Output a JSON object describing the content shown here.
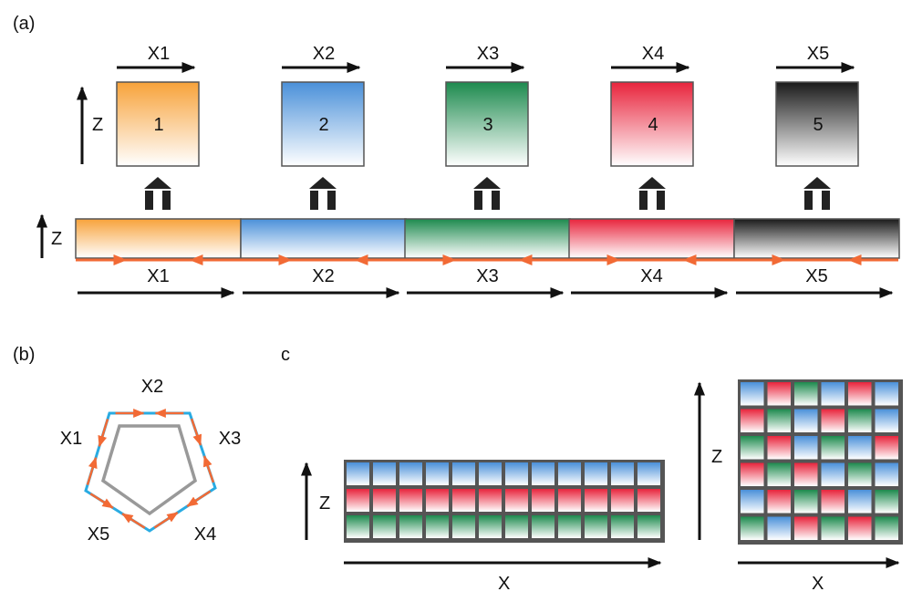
{
  "panel_labels": {
    "a": "(a)",
    "b": "(b)",
    "c": "c"
  },
  "panel_a": {
    "z_label": "Z",
    "boxes": [
      {
        "number": "1",
        "x_label": "X1",
        "color": "#f7a23a"
      },
      {
        "number": "2",
        "x_label": "X2",
        "color": "#4a90d9"
      },
      {
        "number": "3",
        "x_label": "X3",
        "color": "#1d8a4e"
      },
      {
        "number": "4",
        "x_label": "X4",
        "color": "#e8243c"
      },
      {
        "number": "5",
        "x_label": "X5",
        "color": "#1a1a1a"
      }
    ],
    "strip_z_label": "Z",
    "strip_labels": [
      "X1",
      "X2",
      "X3",
      "X4",
      "X5"
    ],
    "arrow_color": "#f26a35"
  },
  "panel_b": {
    "labels": [
      "X2",
      "X1",
      "X3",
      "X5",
      "X4"
    ],
    "outer_color": "#29abe2",
    "inner_color": "#999999",
    "arrow_color": "#f26a35"
  },
  "panel_c": {
    "left": {
      "z_label": "Z",
      "x_label": "X",
      "cols": 12,
      "rows": 3,
      "row_colors": [
        "#4a90d9",
        "#e8243c",
        "#1d8a4e"
      ]
    },
    "right": {
      "z_label": "Z",
      "x_label": "X",
      "cols": 6,
      "rows": 6,
      "pattern": [
        [
          "#4a90d9",
          "#e8243c",
          "#1d8a4e",
          "#4a90d9",
          "#e8243c",
          "#4a90d9"
        ],
        [
          "#e8243c",
          "#1d8a4e",
          "#4a90d9",
          "#e8243c",
          "#1d8a4e",
          "#4a90d9"
        ],
        [
          "#1d8a4e",
          "#e8243c",
          "#4a90d9",
          "#1d8a4e",
          "#4a90d9",
          "#e8243c"
        ],
        [
          "#e8243c",
          "#1d8a4e",
          "#e8243c",
          "#4a90d9",
          "#1d8a4e",
          "#4a90d9"
        ],
        [
          "#4a90d9",
          "#e8243c",
          "#1d8a4e",
          "#e8243c",
          "#4a90d9",
          "#1d8a4e"
        ],
        [
          "#1d8a4e",
          "#4a90d9",
          "#e8243c",
          "#1d8a4e",
          "#e8243c",
          "#1d8a4e"
        ]
      ]
    }
  }
}
